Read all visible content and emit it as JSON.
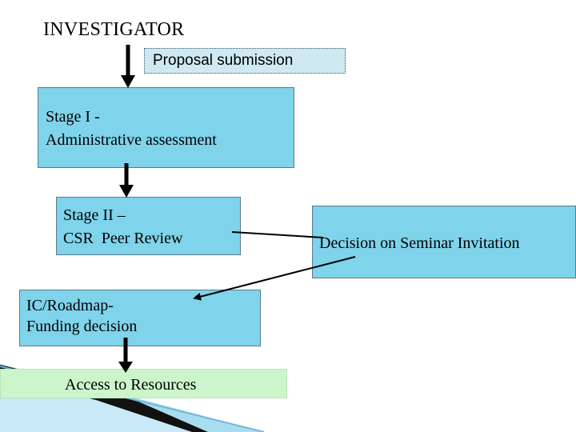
{
  "diagram": {
    "title": "INVESTIGATOR",
    "proposal_label": "Proposal submission",
    "stage1": {
      "line1": "Stage I -",
      "line2": "Administrative assessment"
    },
    "stage2": {
      "line1": "Stage II –",
      "line2": "CSR  Peer Review"
    },
    "ic": {
      "line1": "IC/Roadmap-",
      "line2": "Funding decision"
    },
    "decision_label": "Decision on Seminar Invitation",
    "access_label": "Access to Resources"
  },
  "colors": {
    "box_fill": "#7fd3ea",
    "proposal_fill": "#cfe8f2",
    "access_fill": "#ccf5cc",
    "arrow": "#000000",
    "decor_dark": "#111111",
    "decor_light": "#9fd6ea"
  }
}
